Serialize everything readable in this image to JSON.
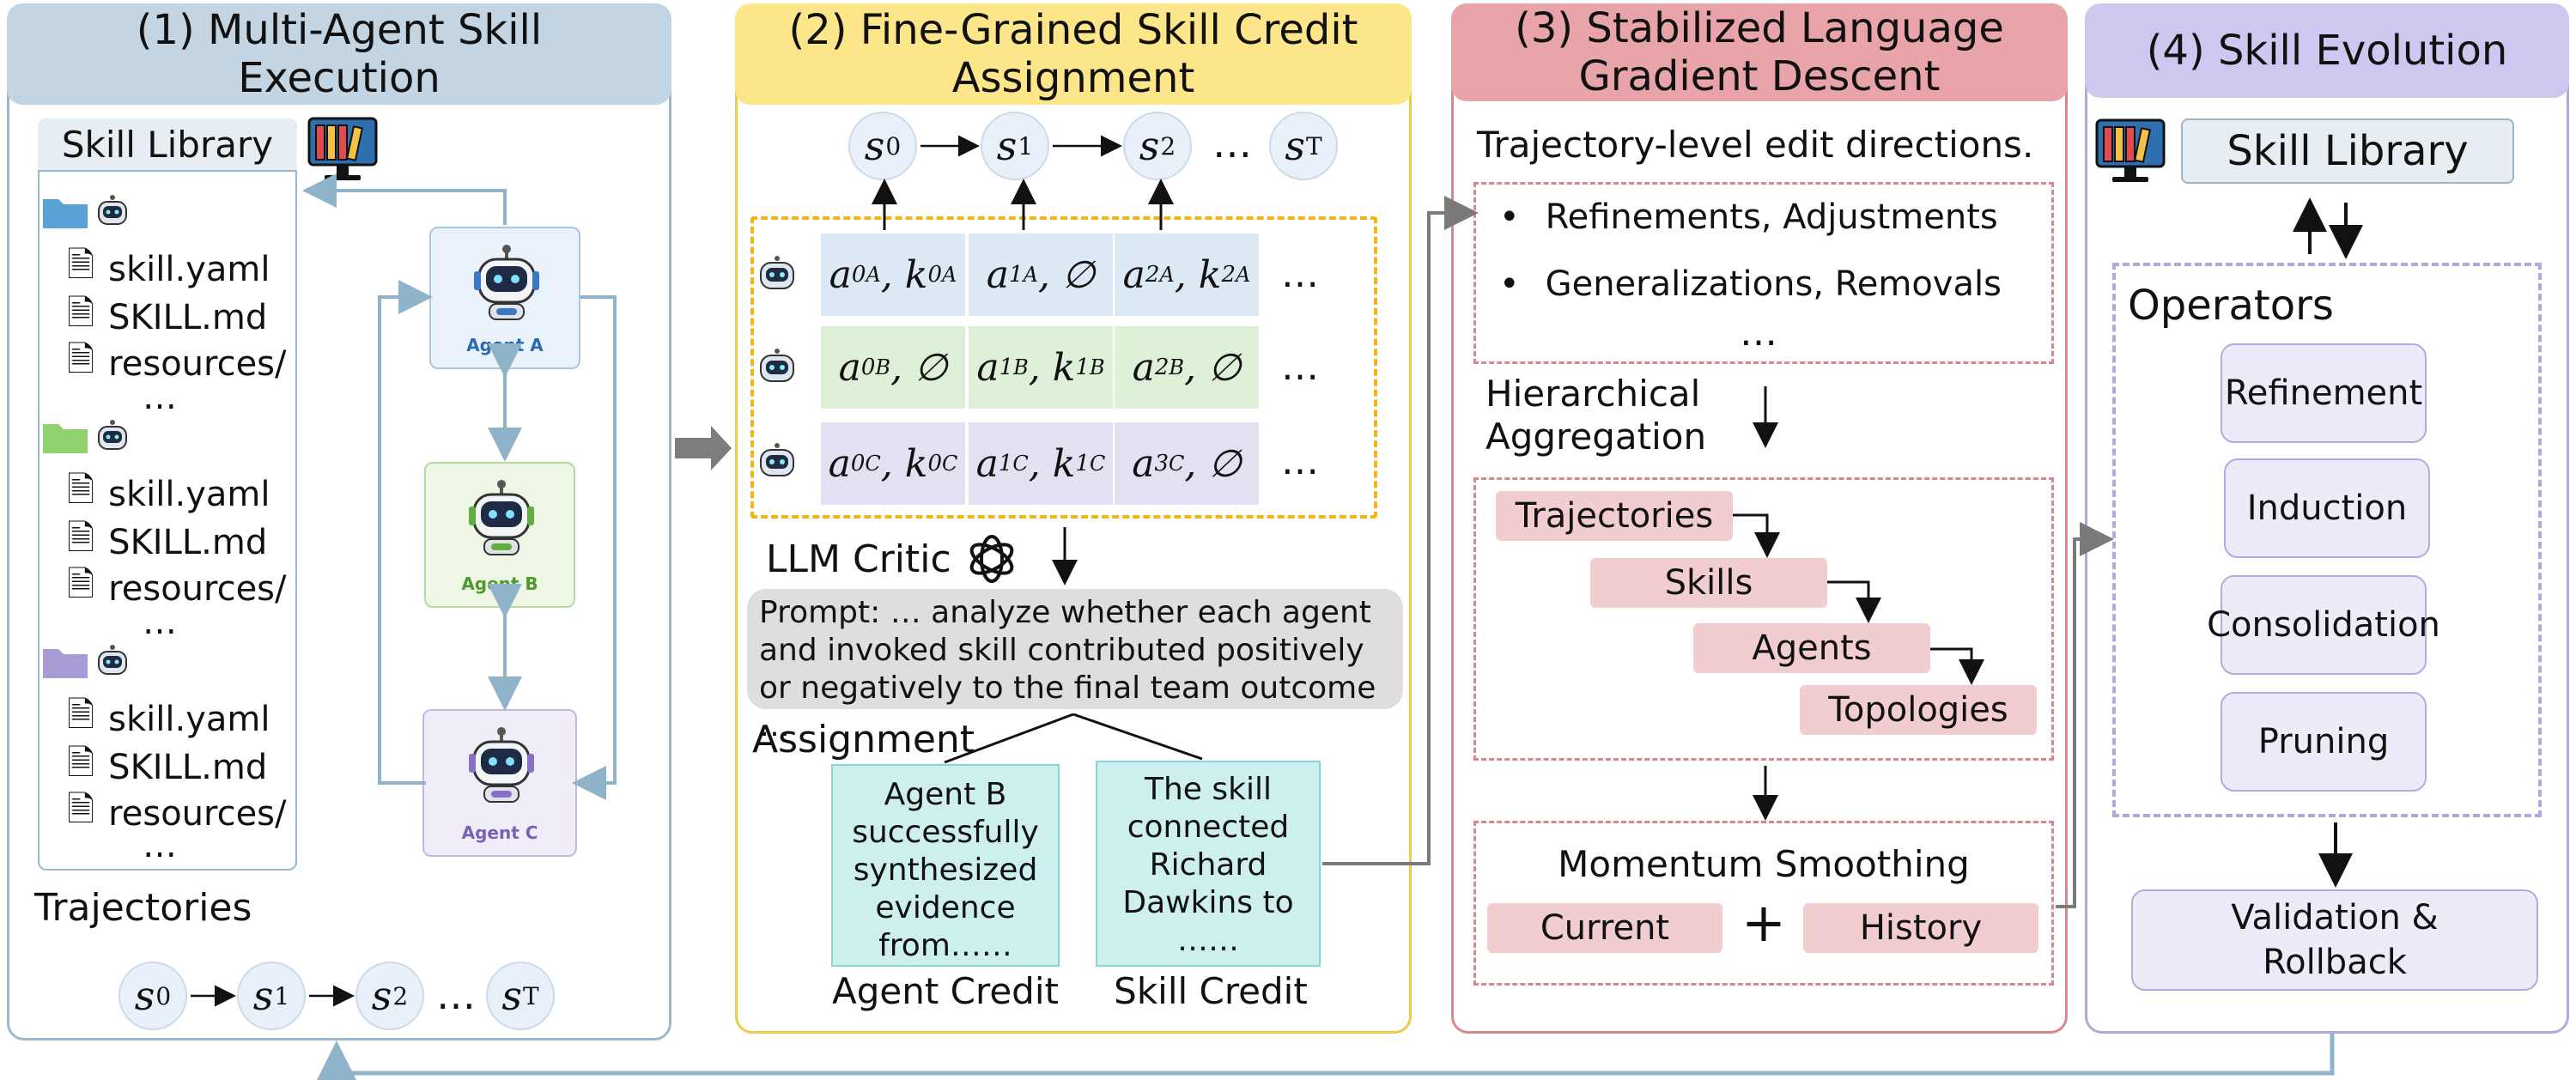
{
  "panel1": {
    "title": "(1) Multi-Agent Skill Execution",
    "library_label": "Skill Library",
    "files": [
      "skill.yaml",
      "SKILL.md",
      "resources/"
    ],
    "ellipsis": "…",
    "agents": [
      "Agent A",
      "Agent B",
      "Agent C"
    ],
    "trajectories_label": "Trajectories",
    "folder_colors": [
      "#5aa2d6",
      "#8fd16d",
      "#a99bd3"
    ]
  },
  "panel2": {
    "title": "(2) Fine-Grained Skill Credit Assignment",
    "states": [
      "s0",
      "s1",
      "s2",
      "…",
      "sT"
    ],
    "critic_label": "LLM Critic",
    "prompt": "Prompt: … analyze whether each agent and invoked skill contributed positively or negatively to the final team outcome …",
    "assignment_label": "Assignment",
    "agent_credit_text": "Agent B successfully synthesized evidence from……",
    "skill_credit_text": "The skill connected Richard Dawkins to ……",
    "agent_credit_label": "Agent Credit",
    "skill_credit_label": "Skill Credit",
    "row_ellipsis": "…"
  },
  "panel3": {
    "title": "(3) Stabilized Language Gradient Descent",
    "edit_label": "Trajectory-level edit directions.",
    "bullets": [
      "Refinements, Adjustments",
      "Generalizations, Removals"
    ],
    "bullet_ellipsis": "…",
    "aggregation_label": "Hierarchical Aggregation",
    "levels": [
      "Trajectories",
      "Skills",
      "Agents",
      "Topologies"
    ],
    "momentum_label": "Momentum Smoothing",
    "current": "Current",
    "plus": "+",
    "history": "History"
  },
  "panel4": {
    "title": "(4) Skill Evolution",
    "library_label": "Skill Library",
    "operators_label": "Operators",
    "operators": [
      "Refinement",
      "Induction",
      "Consolidation",
      "Pruning"
    ],
    "validation": "Validation & Rollback"
  }
}
